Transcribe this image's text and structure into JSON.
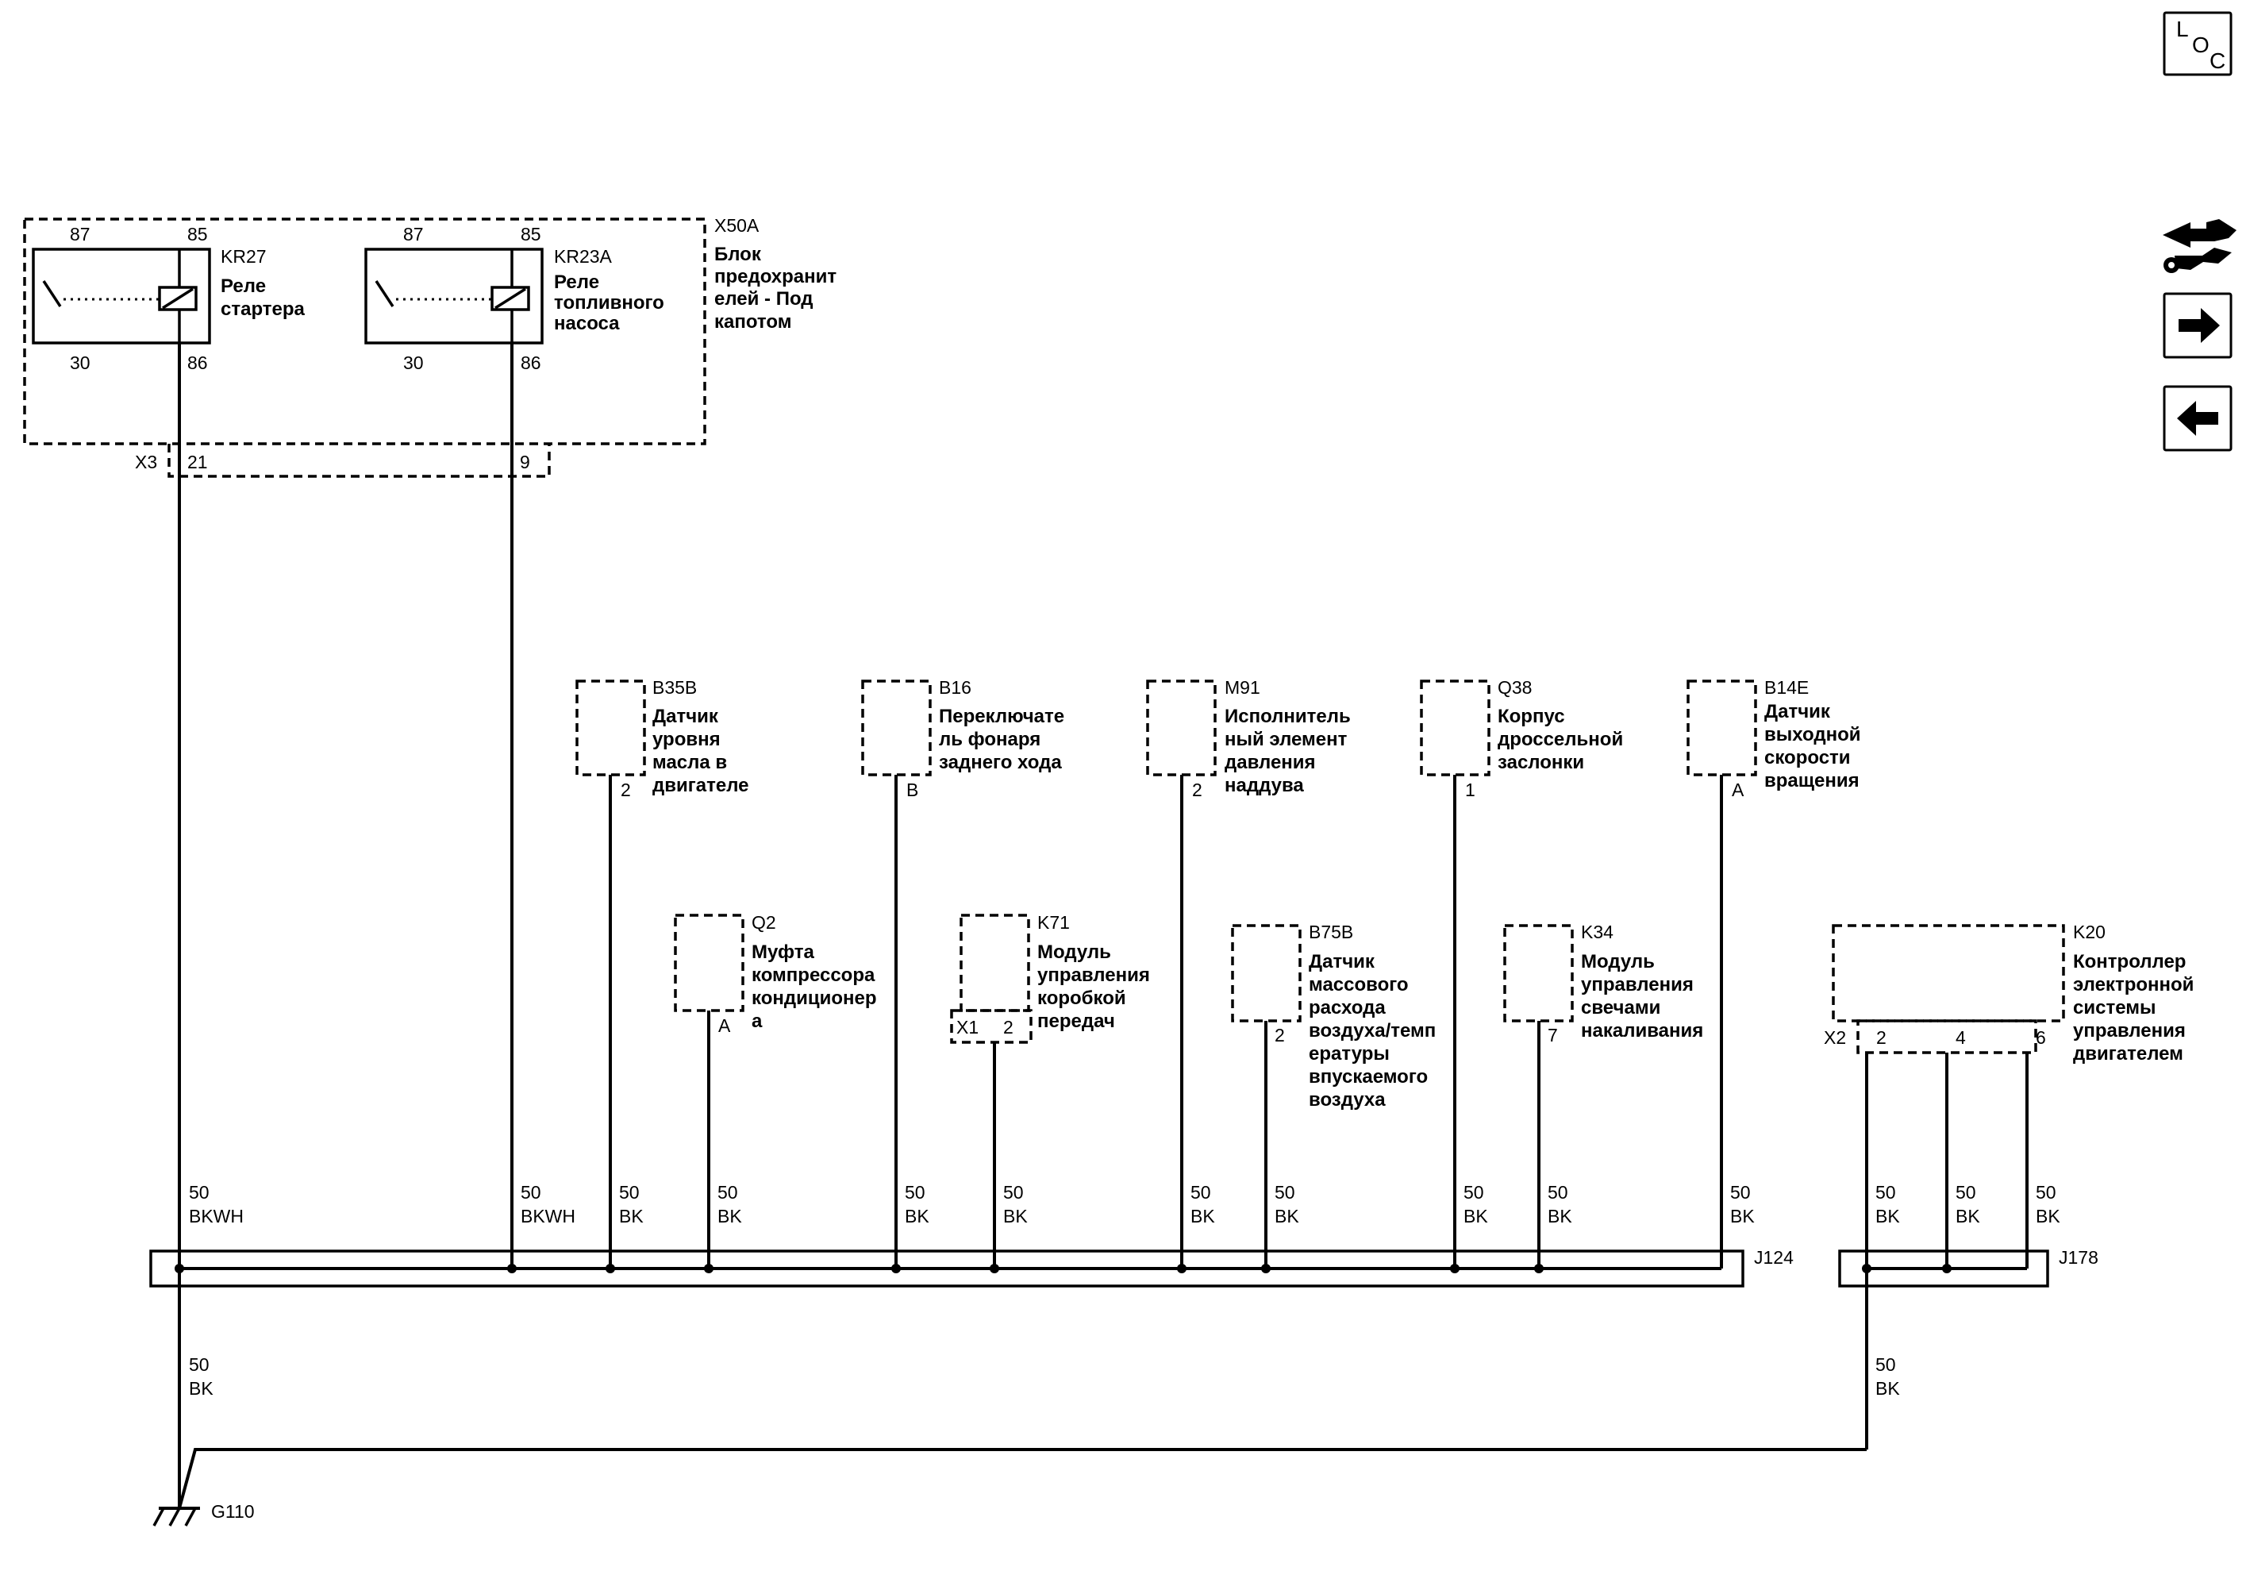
{
  "fuse_block": {
    "id": "X50A",
    "desc": [
      "Блок",
      "предохранит",
      "елей - Под",
      "капотом"
    ],
    "connector": "X3",
    "pin_a": "21",
    "pin_b": "9"
  },
  "relays": [
    {
      "id": "KR27",
      "name": [
        "Реле",
        "стартера"
      ],
      "pins": {
        "p87": "87",
        "p85": "85",
        "p30": "30",
        "p86": "86"
      }
    },
    {
      "id": "KR23A",
      "name": [
        "Реле",
        "топливного",
        "насоса"
      ],
      "pins": {
        "p87": "87",
        "p85": "85",
        "p30": "30",
        "p86": "86"
      }
    }
  ],
  "upper_components": [
    {
      "id": "B35B",
      "name": [
        "Датчик",
        "уровня",
        "масла в",
        "двигателе"
      ],
      "pin": "2"
    },
    {
      "id": "B16",
      "name": [
        "Переключате",
        "ль фонаря",
        "заднего хода"
      ],
      "pin": "B"
    },
    {
      "id": "M91",
      "name": [
        "Исполнитель",
        "ный элемент",
        "давления",
        "наддува"
      ],
      "pin": "2"
    },
    {
      "id": "Q38",
      "name": [
        "Корпус",
        "дроссельной",
        "заслонки"
      ],
      "pin": "1"
    },
    {
      "id": "B14E",
      "name": [
        "Датчик",
        "выходной",
        "скорости",
        "вращения"
      ],
      "pin": "A"
    }
  ],
  "lower_components": [
    {
      "id": "Q2",
      "name": [
        "Муфта",
        "компрессора",
        "кондиционер",
        "а"
      ],
      "pin": "A"
    },
    {
      "id": "K71",
      "name": [
        "Модуль",
        "управления",
        "коробкой",
        "передач"
      ],
      "connector": "X1",
      "pin": "2"
    },
    {
      "id": "B75B",
      "name": [
        "Датчик",
        "массового",
        "расхода",
        "воздуха/темп",
        "ературы",
        "впускаемого",
        "воздуха"
      ],
      "pin": "2"
    },
    {
      "id": "K34",
      "name": [
        "Модуль",
        "управления",
        "свечами",
        "накаливания"
      ],
      "pin": "7"
    }
  ],
  "ecm": {
    "id": "K20",
    "name": [
      "Контроллер",
      "электронной",
      "системы",
      "управления",
      "двигателем"
    ],
    "connector": "X2",
    "pins": [
      "2",
      "4",
      "6"
    ]
  },
  "wire_labels": [
    {
      "gauge": "50",
      "color": "BKWH"
    },
    {
      "gauge": "50",
      "color": "BKWH"
    },
    {
      "gauge": "50",
      "color": "BK"
    },
    {
      "gauge": "50",
      "color": "BK"
    },
    {
      "gauge": "50",
      "color": "BK"
    },
    {
      "gauge": "50",
      "color": "BK"
    },
    {
      "gauge": "50",
      "color": "BK"
    },
    {
      "gauge": "50",
      "color": "BK"
    },
    {
      "gauge": "50",
      "color": "BK"
    },
    {
      "gauge": "50",
      "color": "BK"
    },
    {
      "gauge": "50",
      "color": "BK"
    },
    {
      "gauge": "50",
      "color": "BK"
    },
    {
      "gauge": "50",
      "color": "BK"
    },
    {
      "gauge": "50",
      "color": "BK"
    }
  ],
  "ground_wires": [
    {
      "gauge": "50",
      "color": "BK"
    },
    {
      "gauge": "50",
      "color": "BK"
    }
  ],
  "splices": {
    "left": "J124",
    "right": "J178"
  },
  "ground": "G110",
  "loc_button": {
    "l": "L",
    "o": "O",
    "c": "C"
  },
  "nav_icons": [
    "vehicle-wrench-icon",
    "arrow-right-icon",
    "arrow-left-icon"
  ]
}
